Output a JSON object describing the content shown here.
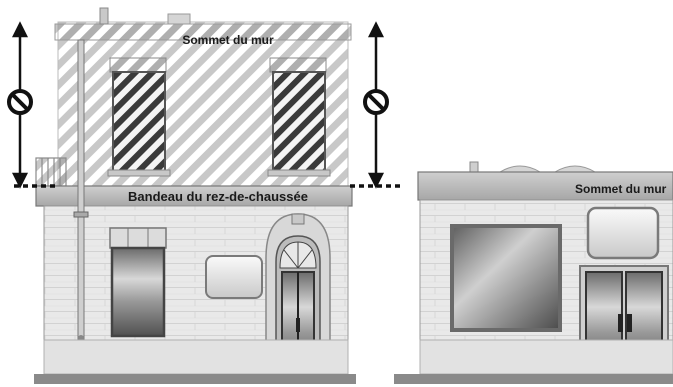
{
  "labels": {
    "wall_top_left": "Sommet du mur",
    "ground_floor_band": "Bandeau du rez-de-chaussée",
    "wall_top_right": "Sommet du mur"
  },
  "icons": {
    "prohibited": "no-entry-icon",
    "arrow": "double-arrow-icon"
  },
  "colors": {
    "stroke": "#222222",
    "hatch_dark": "#8a8a8a",
    "wall": "#e6e6e6",
    "dotted_line": "#111111"
  }
}
